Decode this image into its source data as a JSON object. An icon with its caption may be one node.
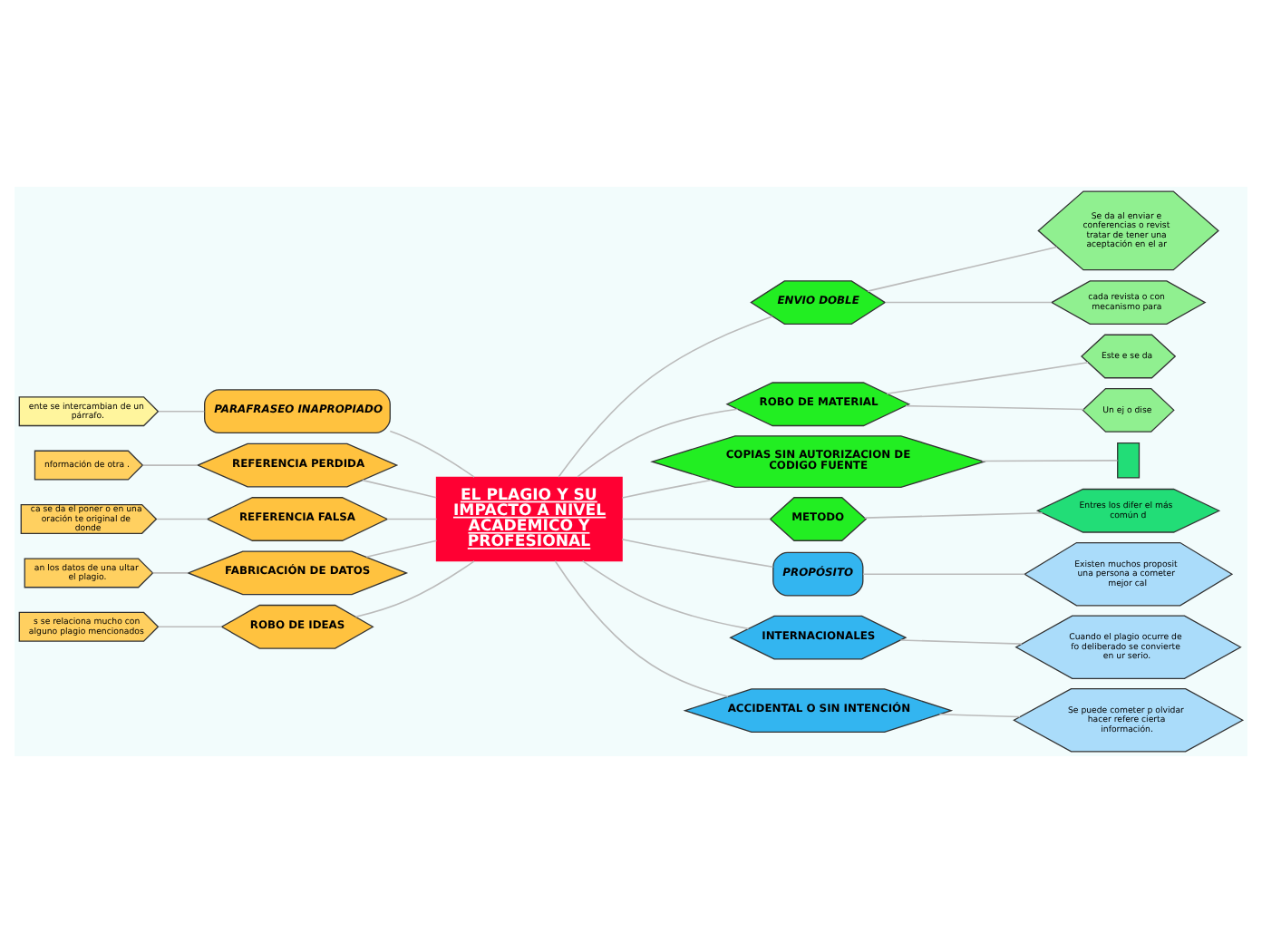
{
  "diagram": {
    "nodes": [
      {
        "text": [
          "EL PLAGIO Y SU IMPACTO A NIVEL ACADEMICO Y PROFESIONAL"
        ]
      },
      {
        "text": [
          "PARAFRASEO INAPROPIADO"
        ]
      },
      {
        "text": [
          "ente se intercambian de un párrafo."
        ]
      },
      {
        "text": [
          "REFERENCIA PERDIDA"
        ]
      },
      {
        "text": [
          "nformación de otra ."
        ]
      },
      {
        "text": [
          "REFERENCIA FALSA"
        ]
      },
      {
        "text": [
          "ca se da el poner o en una oración te original de donde"
        ]
      },
      {
        "text": [
          "FABRICACIÓN DE DATOS"
        ]
      },
      {
        "text": [
          "an los datos de una ultar el plagio."
        ]
      },
      {
        "text": [
          "ROBO DE IDEAS"
        ]
      },
      {
        "text": [
          "s se relaciona mucho con alguno plagio mencionados"
        ]
      },
      {
        "text": [
          "ENVIO DOBLE"
        ]
      },
      {
        "text": [
          "Se da al enviar e conferencias o revist tratar de tener una aceptación en el ar"
        ]
      },
      {
        "text": [
          "cada revista o con mecanismo para"
        ]
      },
      {
        "text": [
          "ROBO DE MATERIAL"
        ]
      },
      {
        "text": [
          "Este e se da"
        ]
      },
      {
        "text": [
          "Un ej o dise"
        ]
      },
      {
        "text": [
          "COPIAS SIN AUTORIZACION DE CODIGO FUENTE"
        ]
      },
      {
        "text": [],
        "shape": "box"
      },
      {
        "text": [
          "METODO"
        ]
      },
      {
        "text": [
          "Entres los difer el más común d"
        ]
      },
      {
        "text": [
          "PROPÓSITO"
        ]
      },
      {
        "text": [
          "Existen muchos proposit una persona a cometer mejor cal"
        ]
      },
      {
        "text": [
          "INTERNACIONALES"
        ]
      },
      {
        "text": [
          "Cuando el plagio ocurre de fo deliberado se convierte en ur serio."
        ]
      },
      {
        "text": [
          "ACCIDENTAL O SIN INTENCIÓN"
        ]
      },
      {
        "text": [
          "Se puede cometer p olvidar hacer refere cierta información."
        ]
      }
    ],
    "edges": [
      {
        "from": 2,
        "to": 1,
        "arrow": "none"
      },
      {
        "from": 1,
        "to": 0,
        "arrow": "none"
      },
      {
        "from": 4,
        "to": 3,
        "arrow": "none"
      },
      {
        "from": 3,
        "to": 0,
        "arrow": "none"
      },
      {
        "from": 6,
        "to": 5,
        "arrow": "none"
      },
      {
        "from": 5,
        "to": 0,
        "arrow": "none"
      },
      {
        "from": 8,
        "to": 7,
        "arrow": "none"
      },
      {
        "from": 7,
        "to": 0,
        "arrow": "none"
      },
      {
        "from": 10,
        "to": 9,
        "arrow": "none"
      },
      {
        "from": 9,
        "to": 0,
        "arrow": "none"
      },
      {
        "from": 0,
        "to": 11,
        "arrow": "none"
      },
      {
        "from": 11,
        "to": 12,
        "arrow": "none"
      },
      {
        "from": 11,
        "to": 13,
        "arrow": "none"
      },
      {
        "from": 0,
        "to": 14,
        "arrow": "none"
      },
      {
        "from": 14,
        "to": 15,
        "arrow": "none"
      },
      {
        "from": 14,
        "to": 16,
        "arrow": "none"
      },
      {
        "from": 0,
        "to": 17,
        "arrow": "none"
      },
      {
        "from": 17,
        "to": 18,
        "arrow": "none"
      },
      {
        "from": 0,
        "to": 19,
        "arrow": "none"
      },
      {
        "from": 19,
        "to": 20,
        "arrow": "none"
      },
      {
        "from": 0,
        "to": 21,
        "arrow": "none"
      },
      {
        "from": 21,
        "to": 22,
        "arrow": "none"
      },
      {
        "from": 0,
        "to": 23,
        "arrow": "none"
      },
      {
        "from": 23,
        "to": 24,
        "arrow": "none"
      },
      {
        "from": 0,
        "to": 25,
        "arrow": "none"
      },
      {
        "from": 25,
        "to": 26,
        "arrow": "none"
      }
    ]
  }
}
